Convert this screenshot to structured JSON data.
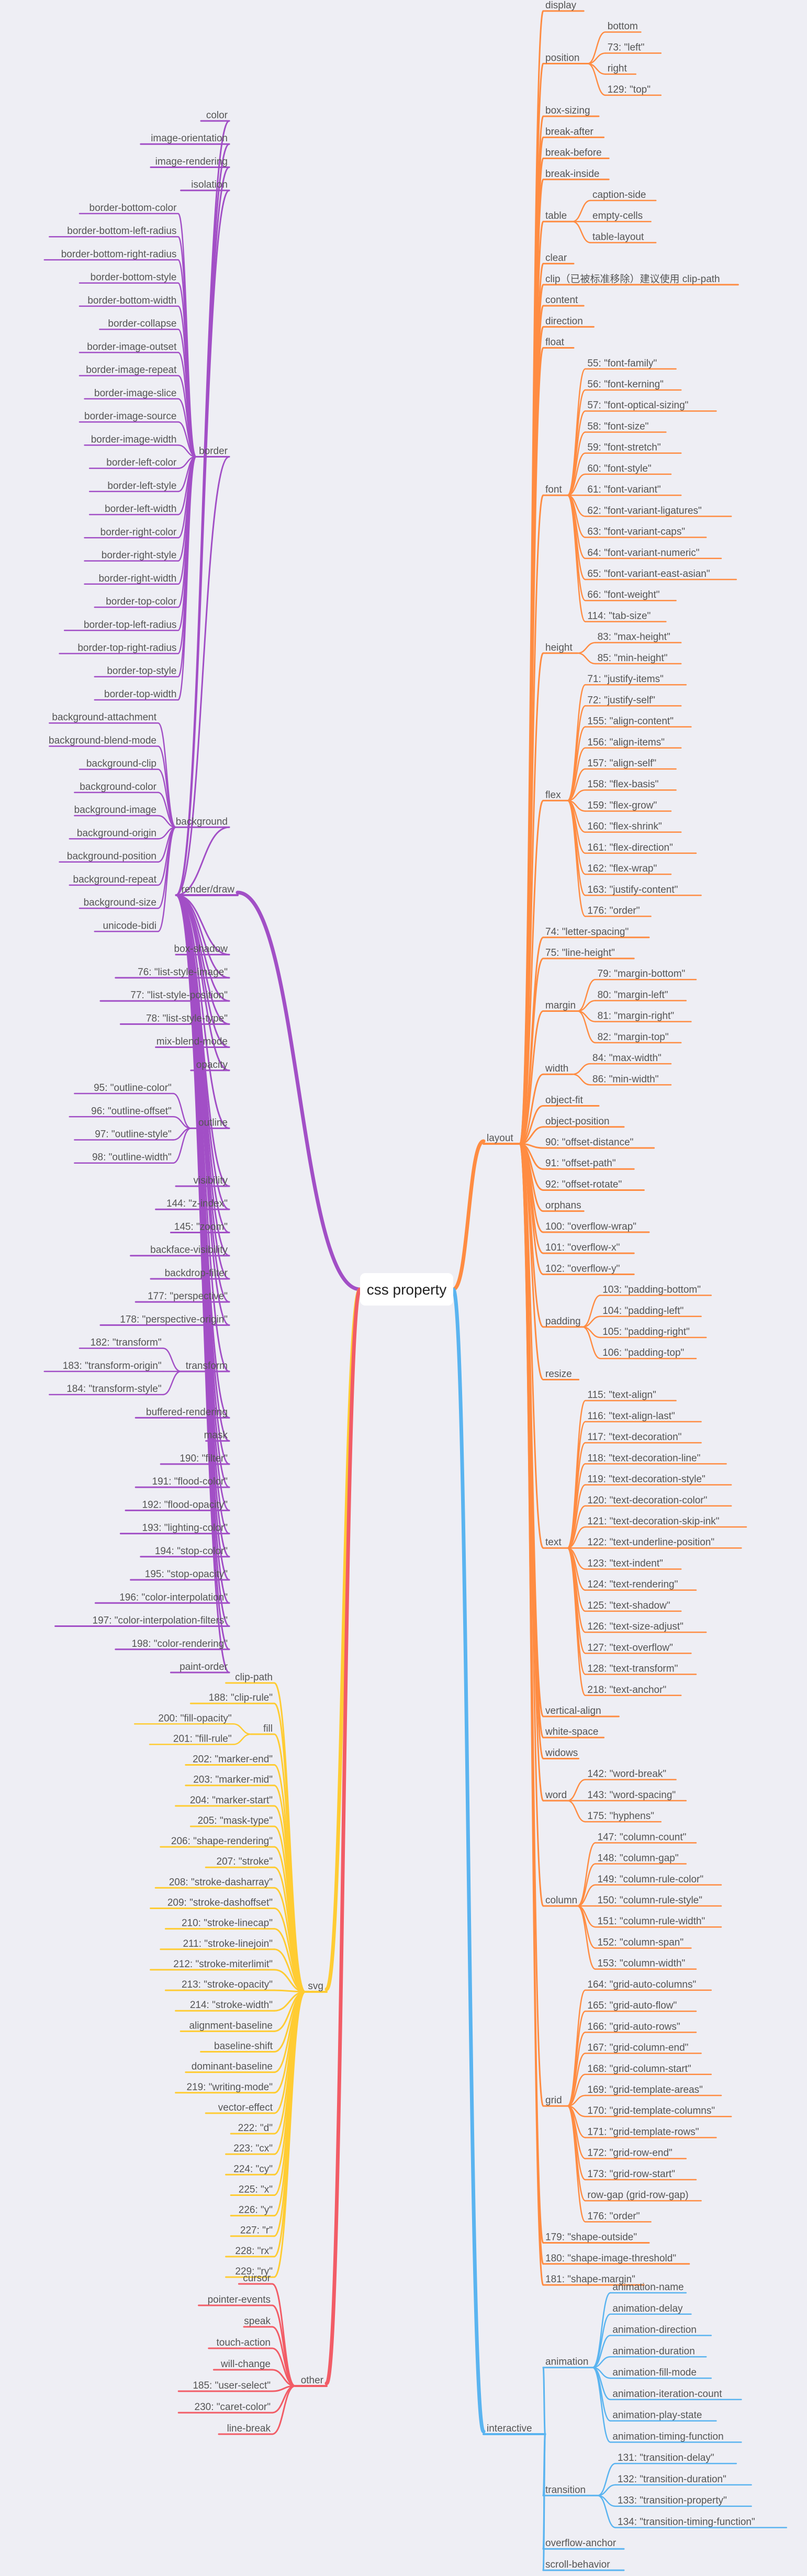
{
  "root": "css property",
  "colors": {
    "render": "#a24fc6",
    "layout": "#ff8c42",
    "interactive": "#5ab4f0",
    "svg": "#ffcc33",
    "other": "#f25c66",
    "root_box": "#ffffff",
    "text": "#555555",
    "background": "#eeeef4"
  },
  "branches": [
    {
      "key": "render",
      "label": "render/draw",
      "side": "left",
      "children": [
        "color",
        "image-orientation",
        "image-rendering",
        "isolation",
        {
          "label": "border",
          "children": [
            "border-bottom-color",
            "border-bottom-left-radius",
            "border-bottom-right-radius",
            "border-bottom-style",
            "border-bottom-width",
            "border-collapse",
            "border-image-outset",
            "border-image-repeat",
            "border-image-slice",
            "border-image-source",
            "border-image-width",
            "border-left-color",
            "border-left-style",
            "border-left-width",
            "border-right-color",
            "border-right-style",
            "border-right-width",
            "border-top-color",
            "border-top-left-radius",
            "border-top-right-radius",
            "border-top-style",
            "border-top-width"
          ]
        },
        {
          "label": "background",
          "children": [
            "background-attachment",
            "background-blend-mode",
            "background-clip",
            "background-color",
            "background-image",
            "background-origin",
            "background-position",
            "background-repeat",
            "background-size",
            "unicode-bidi"
          ]
        },
        "box-shadow",
        "76: \"list-style-image\"",
        "77: \"list-style-position\"",
        "78: \"list-style-type\"",
        "mix-blend-mode",
        "opacity",
        {
          "label": "outline",
          "children": [
            "95: \"outline-color\"",
            "96: \"outline-offset\"",
            "97: \"outline-style\"",
            "98: \"outline-width\""
          ]
        },
        "visibility",
        "144: \"z-index\"",
        "145: \"zoom\"",
        "backface-visibility",
        "backdrop-filter",
        "177: \"perspective\"",
        "178: \"perspective-origin\"",
        {
          "label": "transform",
          "children": [
            "182: \"transform\"",
            "183: \"transform-origin\"",
            "184: \"transform-style\""
          ]
        },
        "buffered-rendering",
        "mask",
        "190: \"filter\"",
        "191: \"flood-color\"",
        "192: \"flood-opacity\"",
        "193: \"lighting-color\"",
        "194: \"stop-color\"",
        "195: \"stop-opacity\"",
        "196: \"color-interpolation\"",
        "197: \"color-interpolation-filters\"",
        "198: \"color-rendering\"",
        "paint-order"
      ]
    },
    {
      "key": "svg",
      "label": "svg",
      "side": "left",
      "children": [
        "clip-path",
        "188: \"clip-rule\"",
        {
          "label": "fill",
          "children": [
            "200: \"fill-opacity\"",
            "201: \"fill-rule\""
          ]
        },
        "202: \"marker-end\"",
        "203: \"marker-mid\"",
        "204: \"marker-start\"",
        "205: \"mask-type\"",
        "206: \"shape-rendering\"",
        "207: \"stroke\"",
        "208: \"stroke-dasharray\"",
        "209: \"stroke-dashoffset\"",
        "210: \"stroke-linecap\"",
        "211: \"stroke-linejoin\"",
        "212: \"stroke-miterlimit\"",
        "213: \"stroke-opacity\"",
        "214: \"stroke-width\"",
        "alignment-baseline",
        "baseline-shift",
        "dominant-baseline",
        "219: \"writing-mode\"",
        "vector-effect",
        "222: \"d\"",
        "223: \"cx\"",
        "224: \"cy\"",
        "225: \"x\"",
        "226: \"y\"",
        "227: \"r\"",
        "228: \"rx\"",
        "229: \"ry\""
      ]
    },
    {
      "key": "other",
      "label": "other",
      "side": "left",
      "children": [
        "cursor",
        "pointer-events",
        "speak",
        "touch-action",
        "will-change",
        "185: \"user-select\"",
        "230: \"caret-color\"",
        "line-break"
      ]
    },
    {
      "key": "layout",
      "label": "layout",
      "side": "right",
      "children": [
        "display",
        {
          "label": "position",
          "children": [
            "bottom",
            "73: \"left\"",
            "right",
            "129: \"top\""
          ]
        },
        "box-sizing",
        "break-after",
        "break-before",
        "break-inside",
        {
          "label": "table",
          "children": [
            "caption-side",
            "empty-cells",
            "table-layout"
          ]
        },
        "clear",
        "clip（已被标准移除）建议使用 clip-path",
        "content",
        "direction",
        "float",
        {
          "label": "font",
          "children": [
            "55: \"font-family\"",
            "56: \"font-kerning\"",
            "57: \"font-optical-sizing\"",
            "58: \"font-size\"",
            "59: \"font-stretch\"",
            "60: \"font-style\"",
            "61: \"font-variant\"",
            "62: \"font-variant-ligatures\"",
            "63: \"font-variant-caps\"",
            "64: \"font-variant-numeric\"",
            "65: \"font-variant-east-asian\"",
            "66: \"font-weight\"",
            "114: \"tab-size\""
          ]
        },
        {
          "label": "height",
          "children": [
            "83: \"max-height\"",
            "85: \"min-height\""
          ]
        },
        {
          "label": "flex",
          "children": [
            "71: \"justify-items\"",
            "72: \"justify-self\"",
            "155: \"align-content\"",
            "156: \"align-items\"",
            "157: \"align-self\"",
            "158: \"flex-basis\"",
            "159: \"flex-grow\"",
            "160: \"flex-shrink\"",
            "161: \"flex-direction\"",
            "162: \"flex-wrap\"",
            "163: \"justify-content\"",
            "176: \"order\""
          ]
        },
        "74: \"letter-spacing\"",
        "75: \"line-height\"",
        {
          "label": "margin",
          "children": [
            "79: \"margin-bottom\"",
            "80: \"margin-left\"",
            "81: \"margin-right\"",
            "82: \"margin-top\""
          ]
        },
        {
          "label": "width",
          "children": [
            "84: \"max-width\"",
            "86: \"min-width\""
          ]
        },
        "object-fit",
        "object-position",
        "90: \"offset-distance\"",
        "91: \"offset-path\"",
        "92: \"offset-rotate\"",
        "orphans",
        "100: \"overflow-wrap\"",
        "101: \"overflow-x\"",
        "102: \"overflow-y\"",
        {
          "label": "padding",
          "children": [
            "103: \"padding-bottom\"",
            "104: \"padding-left\"",
            "105: \"padding-right\"",
            "106: \"padding-top\""
          ]
        },
        "resize",
        {
          "label": "text",
          "children": [
            "115: \"text-align\"",
            "116: \"text-align-last\"",
            "117: \"text-decoration\"",
            "118: \"text-decoration-line\"",
            "119: \"text-decoration-style\"",
            "120: \"text-decoration-color\"",
            "121: \"text-decoration-skip-ink\"",
            "122: \"text-underline-position\"",
            "123: \"text-indent\"",
            "124: \"text-rendering\"",
            "125: \"text-shadow\"",
            "126: \"text-size-adjust\"",
            "127: \"text-overflow\"",
            "128: \"text-transform\"",
            "218: \"text-anchor\""
          ]
        },
        "vertical-align",
        "white-space",
        "widows",
        {
          "label": "word",
          "children": [
            "142: \"word-break\"",
            "143: \"word-spacing\"",
            "175: \"hyphens\""
          ]
        },
        {
          "label": "column",
          "children": [
            "147: \"column-count\"",
            "148: \"column-gap\"",
            "149: \"column-rule-color\"",
            "150: \"column-rule-style\"",
            "151: \"column-rule-width\"",
            "152: \"column-span\"",
            "153: \"column-width\""
          ]
        },
        {
          "label": "grid",
          "children": [
            "164: \"grid-auto-columns\"",
            "165: \"grid-auto-flow\"",
            "166: \"grid-auto-rows\"",
            "167: \"grid-column-end\"",
            "168: \"grid-column-start\"",
            "169: \"grid-template-areas\"",
            "170: \"grid-template-columns\"",
            "171: \"grid-template-rows\"",
            "172: \"grid-row-end\"",
            "173: \"grid-row-start\"",
            "row-gap (grid-row-gap)",
            "176: \"order\""
          ]
        },
        "179: \"shape-outside\"",
        "180: \"shape-image-threshold\"",
        "181: \"shape-margin\""
      ]
    },
    {
      "key": "interactive",
      "label": "interactive",
      "side": "right",
      "children": [
        {
          "label": "animation",
          "children": [
            "animation-name",
            "animation-delay",
            "animation-direction",
            "animation-duration",
            "animation-fill-mode",
            "animation-iteration-count",
            "animation-play-state",
            "animation-timing-function"
          ]
        },
        {
          "label": "transition",
          "children": [
            "131: \"transition-delay\"",
            "132: \"transition-duration\"",
            "133: \"transition-property\"",
            "134: \"transition-timing-function\""
          ]
        },
        "overflow-anchor",
        "scroll-behavior"
      ]
    }
  ]
}
